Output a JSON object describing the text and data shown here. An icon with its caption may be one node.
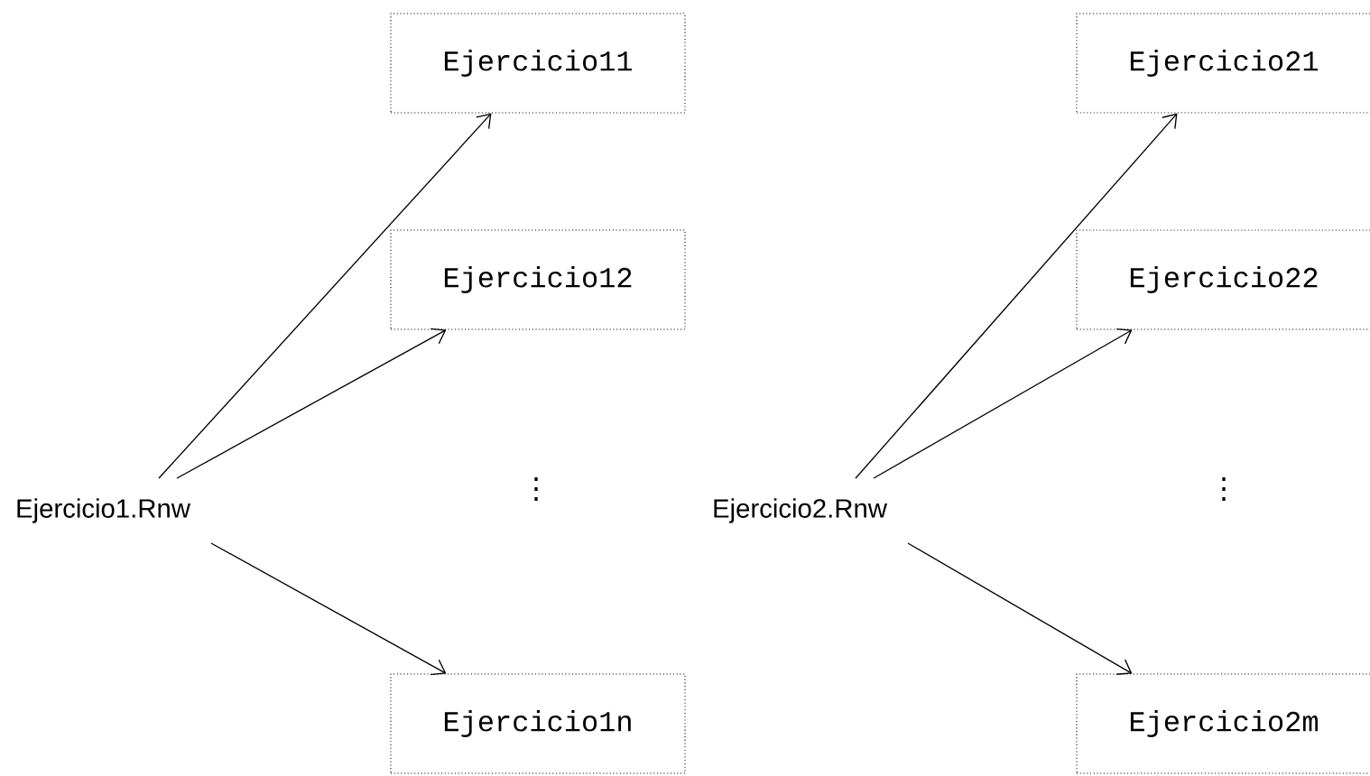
{
  "diagram": {
    "nodes": [
      {
        "text": [
          "Ejercicio1.Rnw"
        ]
      },
      {
        "text": [
          "Ejercicio11"
        ]
      },
      {
        "text": [
          "Ejercicio12"
        ]
      },
      {
        "text": [
          "Ejercicio1n"
        ]
      },
      {
        "text": [
          "Ejercicio2.Rnw"
        ]
      },
      {
        "text": [
          "Ejercicio21"
        ]
      },
      {
        "text": [
          "Ejercicio22"
        ]
      },
      {
        "text": [
          "Ejercicio2m"
        ]
      }
    ],
    "edges": [
      {
        "from": 0,
        "to": 1,
        "arrow": "to"
      },
      {
        "from": 0,
        "to": 2,
        "arrow": "to"
      },
      {
        "from": 0,
        "to": 3,
        "arrow": "to"
      },
      {
        "from": 4,
        "to": 5,
        "arrow": "to"
      },
      {
        "from": 4,
        "to": 6,
        "arrow": "to"
      },
      {
        "from": 4,
        "to": 7,
        "arrow": "to"
      }
    ],
    "labels": [
      "⋮",
      "⋮"
    ]
  }
}
